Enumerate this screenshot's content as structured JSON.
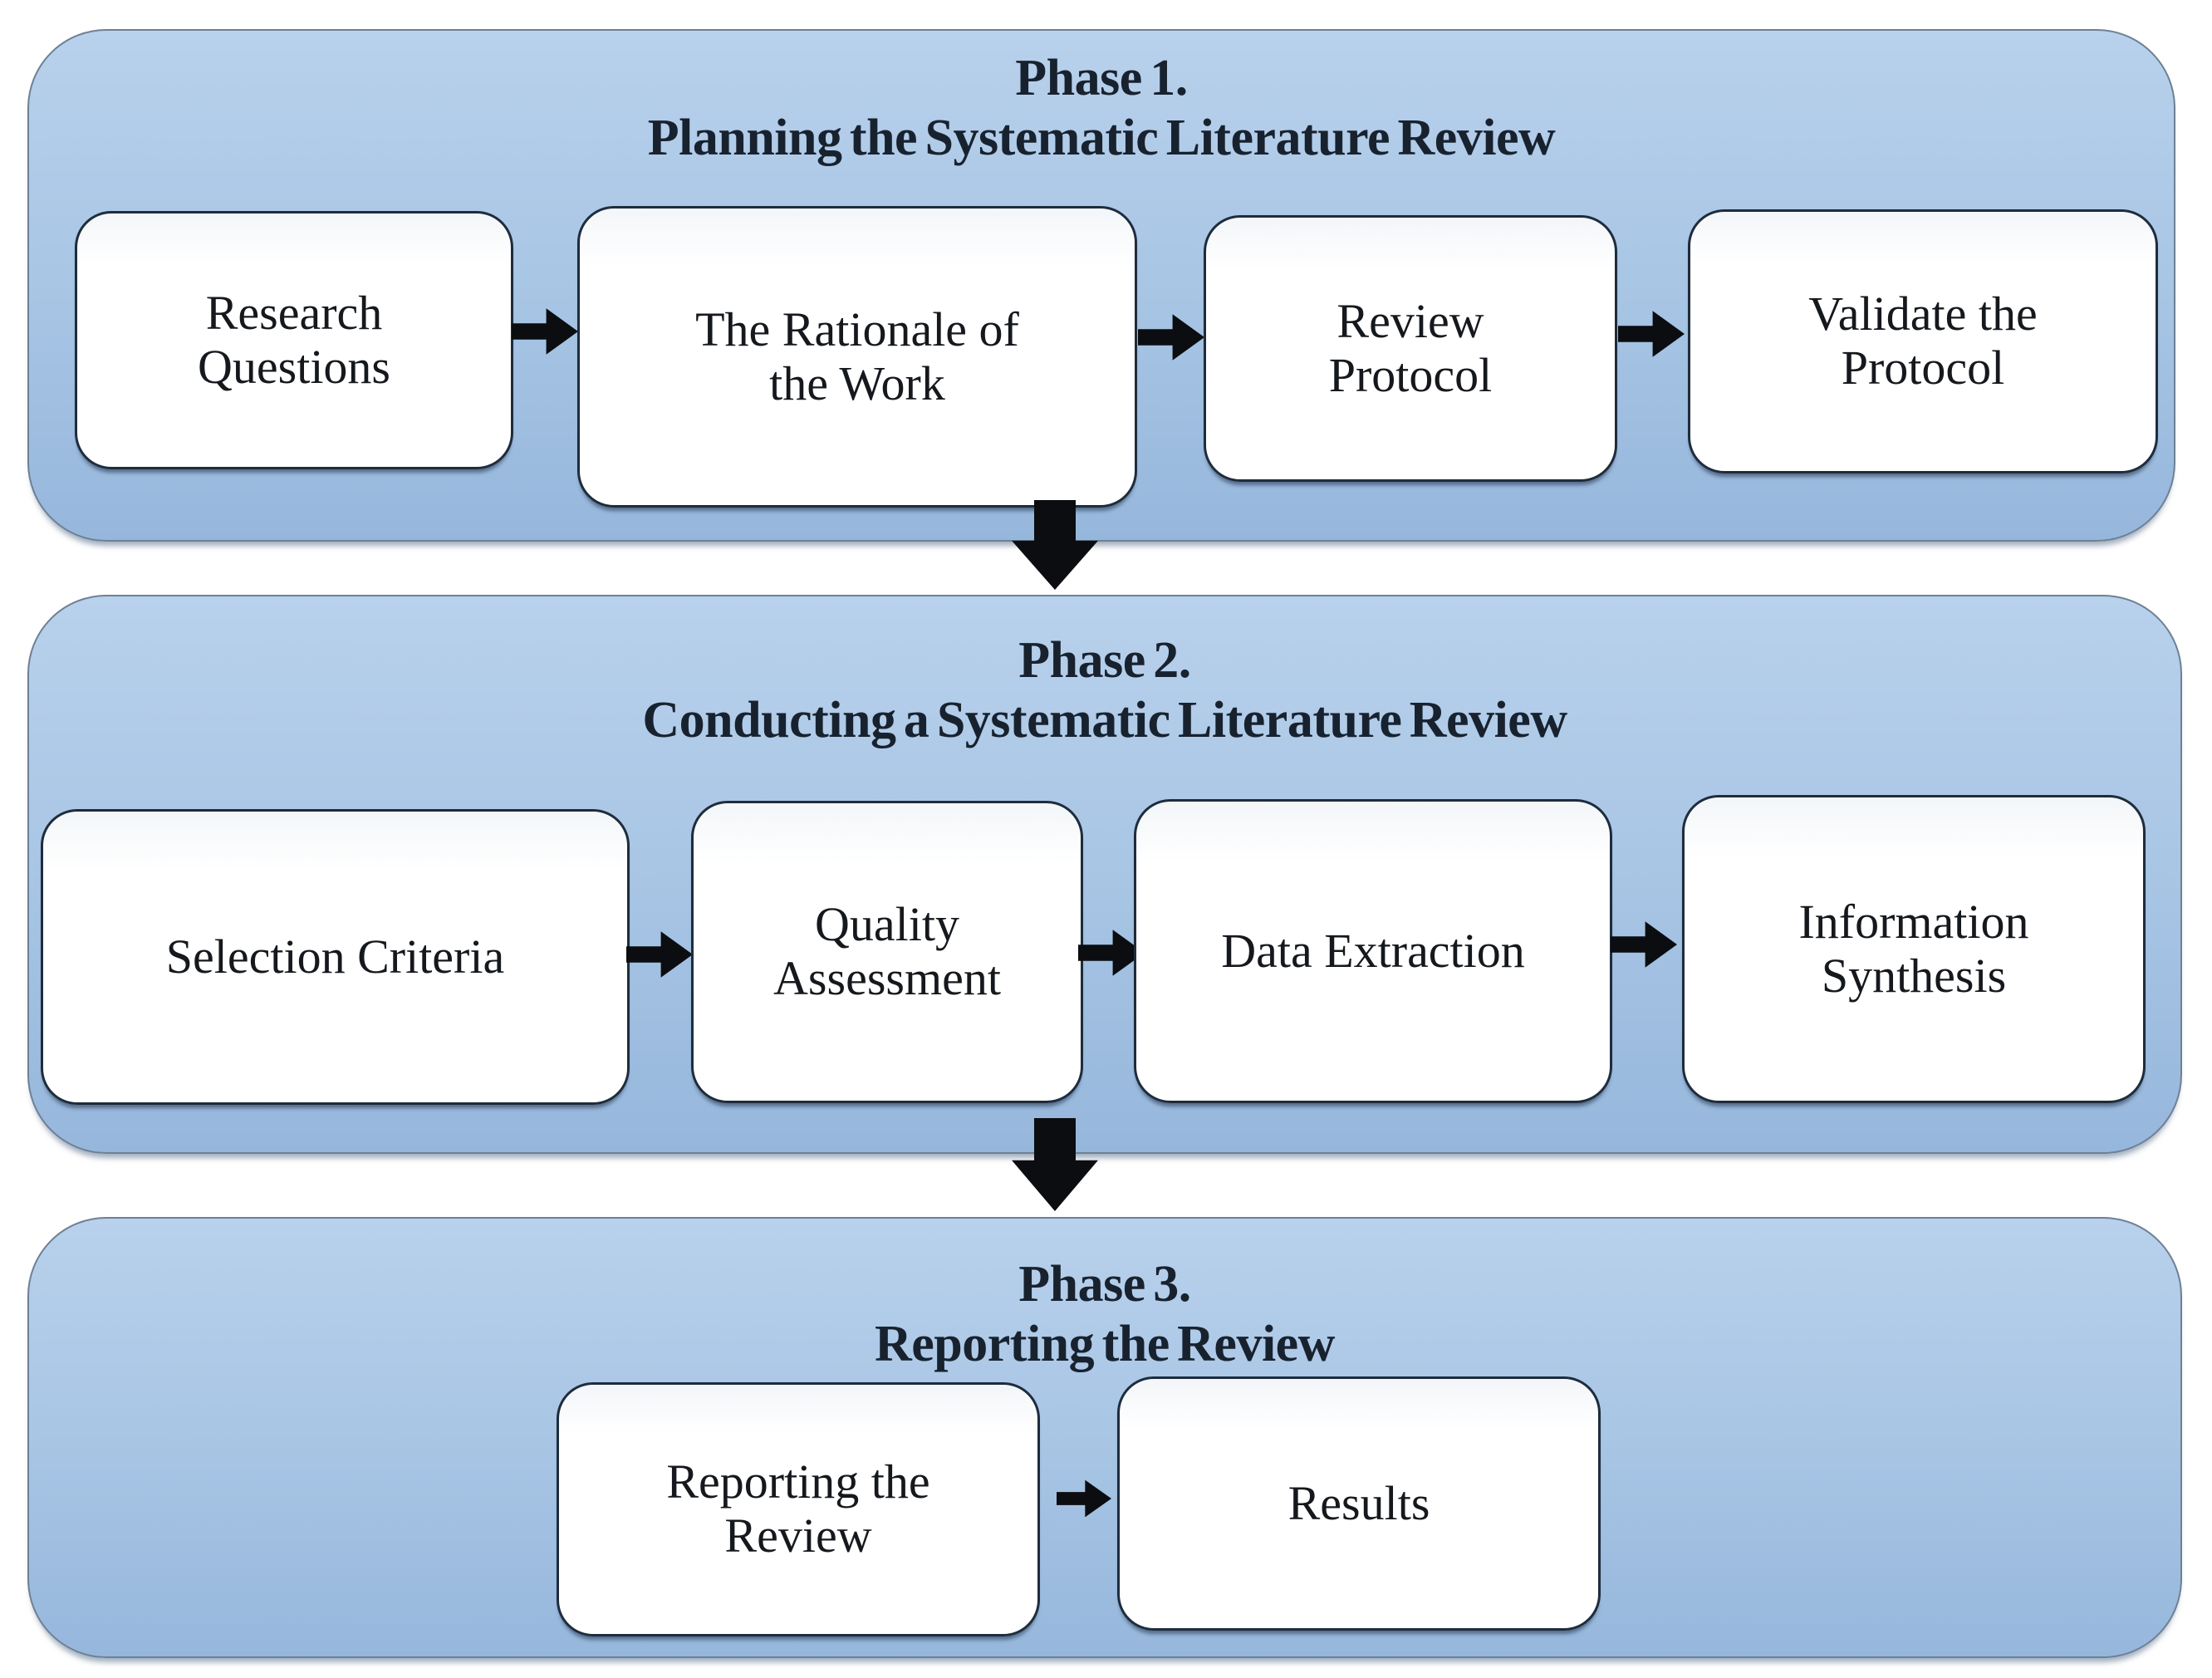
{
  "phases": [
    {
      "title_line1": "Phase 1.",
      "title_line2": "Planning the Systematic Literature Review",
      "boxes": [
        {
          "label": "Research Questions",
          "lines": [
            "Research",
            "Questions"
          ]
        },
        {
          "label": "The Rationale of the Work",
          "lines": [
            "The Rationale of",
            "the Work"
          ]
        },
        {
          "label": "Review Protocol",
          "lines": [
            "Review",
            "Protocol"
          ]
        },
        {
          "label": "Validate the Protocol",
          "lines": [
            "Validate the",
            "Protocol"
          ]
        }
      ]
    },
    {
      "title_line1": "Phase 2.",
      "title_line2": "Conducting a Systematic Literature Review",
      "boxes": [
        {
          "label": "Selection Criteria",
          "lines": [
            "Selection Criteria"
          ]
        },
        {
          "label": "Quality Assessment",
          "lines": [
            "Quality",
            "Assessment"
          ]
        },
        {
          "label": "Data Extraction",
          "lines": [
            "Data Extraction"
          ]
        },
        {
          "label": "Information Synthesis",
          "lines": [
            "Information",
            "Synthesis"
          ]
        }
      ]
    },
    {
      "title_line1": "Phase 3.",
      "title_line2": "Reporting the Review",
      "boxes": [
        {
          "label": "Reporting the Review",
          "lines": [
            "Reporting the",
            "Review"
          ]
        },
        {
          "label": "Results",
          "lines": [
            "Results"
          ]
        }
      ]
    }
  ],
  "icons": {
    "right_arrow": "right-arrow-icon",
    "down_arrow": "down-arrow-icon"
  },
  "colors": {
    "panel_fill_top": "#b8d1ec",
    "panel_fill_mid": "#a9c6e5",
    "panel_fill_bottom": "#96b7dc",
    "panel_border": "#6e8094",
    "box_fill": "#ffffff",
    "box_border": "#1e2c3c",
    "title_color": "#18222f",
    "box_text_color": "#15181c",
    "arrow_color": "#0b0d10",
    "background": "#ffffff"
  }
}
